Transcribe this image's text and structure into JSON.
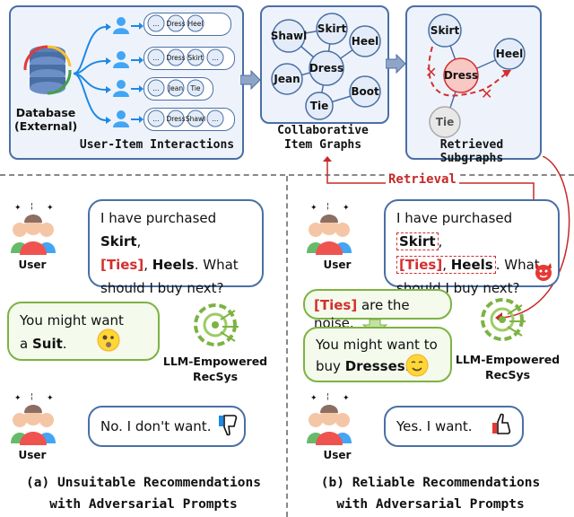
{
  "top": {
    "database_label": "Database",
    "database_sublabel": "(External)",
    "interactions_title": "User-Item Interactions",
    "graphs_title_line1": "Collaborative",
    "graphs_title_line2": "Item Graphs",
    "subgraphs_title": "Retrieved Subgraphs",
    "retrieval_label": "Retrieval",
    "rows": [
      [
        "...",
        "Dress",
        "Heel"
      ],
      [
        "...",
        "Dress",
        "Skirt",
        "..."
      ],
      [
        "...",
        "Jean",
        "Tie"
      ],
      [
        "...",
        "Dress",
        "Shawl",
        "..."
      ]
    ],
    "graph_nodes": [
      "Shawl",
      "Skirt",
      "Heel",
      "Jean",
      "Dress",
      "Tie",
      "Boot"
    ],
    "subgraph_nodes": [
      "Skirt",
      "Heel",
      "Dress",
      "Tie"
    ]
  },
  "left": {
    "user_label": "User",
    "prompt_pre": "I have purchased ",
    "prompt_item1": "Skirt",
    "prompt_comma": ",",
    "prompt_item2": "[Ties]",
    "prompt_mid": ", ",
    "prompt_item3": "Heels",
    "prompt_post": ". What",
    "prompt_line3": "should I buy next?",
    "reply_pre": "You might want",
    "reply_a": "a ",
    "reply_item": "Suit",
    "reply_dot": ".",
    "recsys_line1": "LLM-Empowered",
    "recsys_line2": "RecSys",
    "feedback": "No. I don't want.",
    "caption_line1": "(a) Unsuitable Recommendations",
    "caption_line2": "with Adversarial Prompts"
  },
  "right": {
    "user_label": "User",
    "prompt_pre": "I have purchased ",
    "prompt_item1": "Skirt",
    "prompt_comma": ",",
    "prompt_item2": "[Ties]",
    "prompt_mid": ", ",
    "prompt_item3": "Heels",
    "prompt_post": ". What",
    "prompt_line3": "should I buy next?",
    "noise_item": "[Ties]",
    "noise_text": " are the noise.",
    "reply_line1": "You might want to",
    "reply_buy": "buy ",
    "reply_item": "Dresses",
    "reply_dot": ".",
    "recsys_line1": "LLM-Empowered",
    "recsys_line2": "RecSys",
    "feedback": "Yes. I want.",
    "caption_line1": "(b) Reliable Recommendations",
    "caption_line2": "with Adversarial Prompts"
  }
}
